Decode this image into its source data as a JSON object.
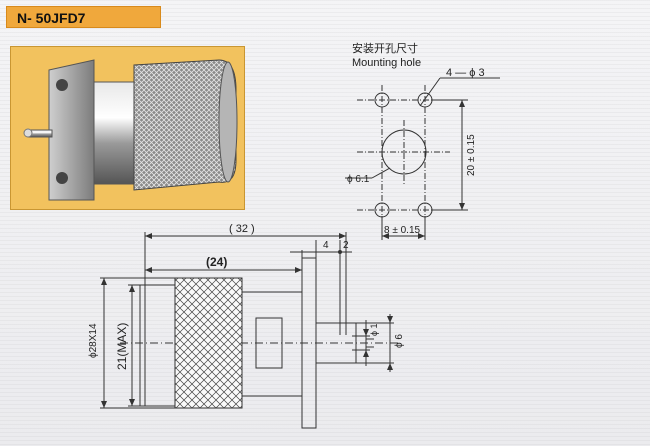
{
  "header": {
    "model": "N- 50JFD7"
  },
  "photo": {
    "alt": "N-50JFD7 flange-mount connector photo"
  },
  "mounting_hole": {
    "title_cn": "安装开孔尺寸",
    "title_en": "Mounting hole",
    "hole_spec": "4 — ϕ 3",
    "center_dia": "ϕ 6.1",
    "spacing_vertical": "20 ± 0.15",
    "spacing_horizontal": "8 ± 0.15"
  },
  "side_view": {
    "overall_length": "( 32 )",
    "body_length": "(24)",
    "flange_thickness": "4",
    "pin_gap": "2",
    "outer_diameter": "ϕ28X14",
    "nut_height": "21(MAX)",
    "pin_dia": "ϕ 1",
    "insulator_dia": "ϕ 6"
  },
  "colors": {
    "title_bg": "#f0a83c",
    "photo_bg": "#f2c25e",
    "line": "#333333"
  }
}
